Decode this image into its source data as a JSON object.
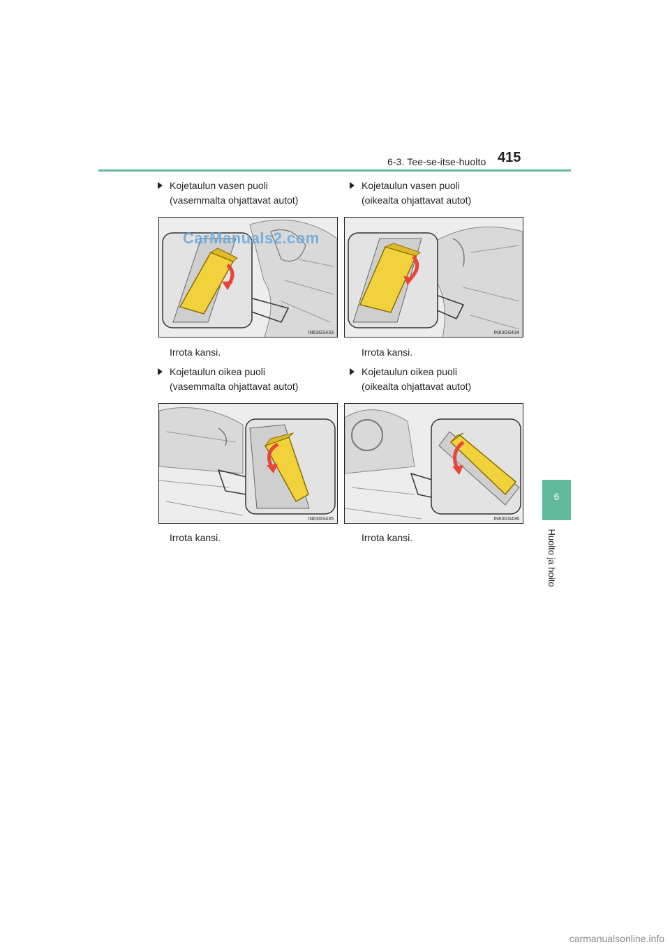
{
  "header": {
    "section_title": "6-3. Tee-se-itse-huolto",
    "page_number": "415"
  },
  "side_tab": {
    "chapter_number": "6",
    "chapter_label": "Huolto ja hoito"
  },
  "items": [
    {
      "heading_line1": "Kojetaulun vasen puoli",
      "heading_line2": "(vasemmalta ohjattavat autot)",
      "figure_code": "IN63GS433",
      "caption": "Irrota kansi."
    },
    {
      "heading_line1": "Kojetaulun vasen puoli",
      "heading_line2": "(oikealta ohjattavat autot)",
      "figure_code": "IN63GS434",
      "caption": "Irrota kansi."
    },
    {
      "heading_line1": "Kojetaulun oikea puoli",
      "heading_line2": "(vasemmalta ohjattavat autot)",
      "figure_code": "IN63GS435",
      "caption": "Irrota kansi."
    },
    {
      "heading_line1": "Kojetaulun oikea puoli",
      "heading_line2": "(oikealta ohjattavat autot)",
      "figure_code": "IN63GS436",
      "caption": "Irrota kansi."
    }
  ],
  "watermark": "CarManuals2.com",
  "footer_watermark": "carmanualsonline.info",
  "colors": {
    "accent_green": "#5fb99a",
    "cover_yellow": "#f2d23c",
    "arrow_red": "#e8453c"
  }
}
